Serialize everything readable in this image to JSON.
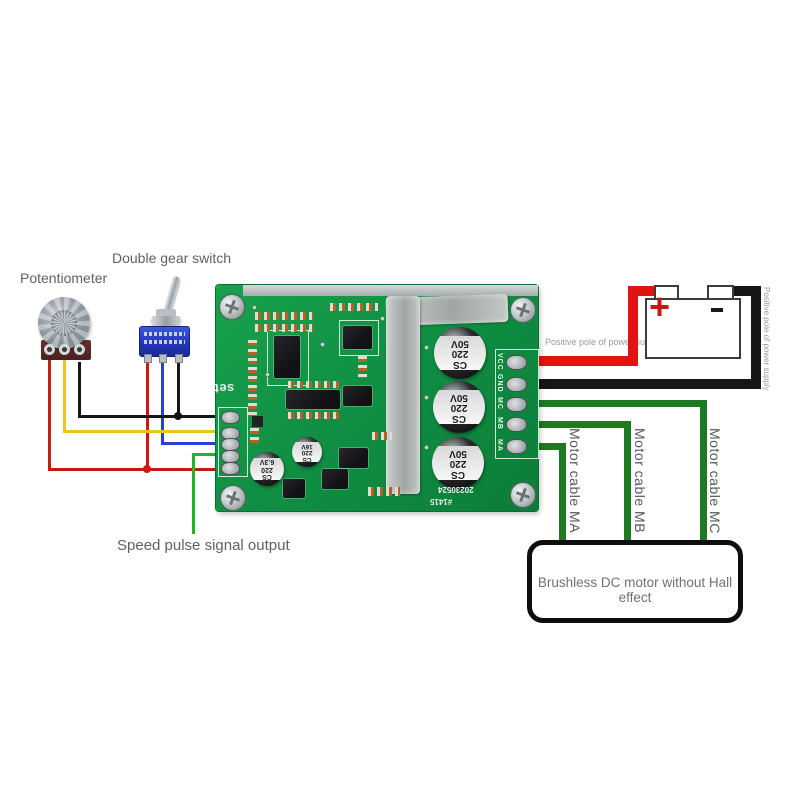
{
  "annotations": {
    "potentiometer": "Potentiometer",
    "double_gear_switch": "Double gear switch",
    "speed_pulse_output": "Speed pulse signal output",
    "positive_pole_horizontal": "Positive pole of power supply",
    "positive_pole_vertical": "Positive pole of power supply",
    "motor_box": "Brushless DC motor without Hall effect",
    "motor_cables": [
      "Motor cable MA",
      "Motor cable MB",
      "Motor cable MC"
    ]
  },
  "board": {
    "silkscreen_set": "set",
    "date_code": "20230524",
    "board_id": "#1415",
    "right_connector_pins": [
      "VCC",
      "GND",
      "MC",
      "MB",
      "MA"
    ],
    "large_capacitor": {
      "l1": "CS",
      "l2": "220",
      "l3": "50V"
    },
    "small_capacitor_1": {
      "l1": "CS",
      "l2": "220",
      "l3": "6.3V"
    },
    "small_capacitor_2": {
      "l1": "CS",
      "l2": "220",
      "l3": "16V"
    }
  },
  "battery": {
    "positive": "+",
    "negative": "−"
  },
  "colors": {
    "pcb_green": "#12933f",
    "wire_red": "#e01410",
    "wire_black": "#161616",
    "wire_yellow": "#edc51c",
    "wire_blue": "#2b3fd6",
    "wire_green": "#1d7a20",
    "label_gray": "#5d6164"
  }
}
